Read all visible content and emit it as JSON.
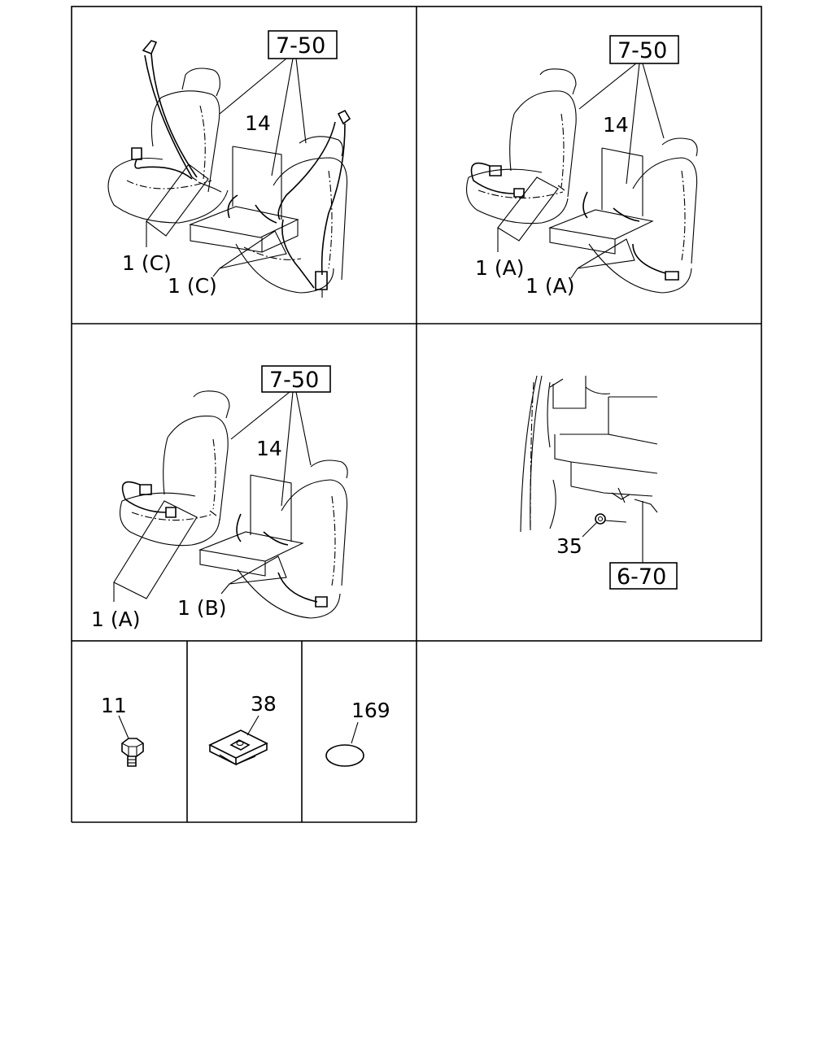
{
  "panels": {
    "top_left": {
      "ref": "7-50",
      "callout_14": "14",
      "callout_1_upper": "1 (C)",
      "callout_1_lower": "1 (C)"
    },
    "top_right": {
      "ref": "7-50",
      "callout_14": "14",
      "callout_1_upper": "1 (A)",
      "callout_1_lower": "1 (A)"
    },
    "middle_left": {
      "ref": "7-50",
      "callout_14": "14",
      "callout_1_left": "1 (A)",
      "callout_1_right": "1 (B)"
    },
    "middle_right": {
      "callout_35": "35",
      "ref": "6-70"
    },
    "bottom_1": {
      "callout": "11"
    },
    "bottom_2": {
      "callout": "38"
    },
    "bottom_3": {
      "callout": "169"
    }
  }
}
